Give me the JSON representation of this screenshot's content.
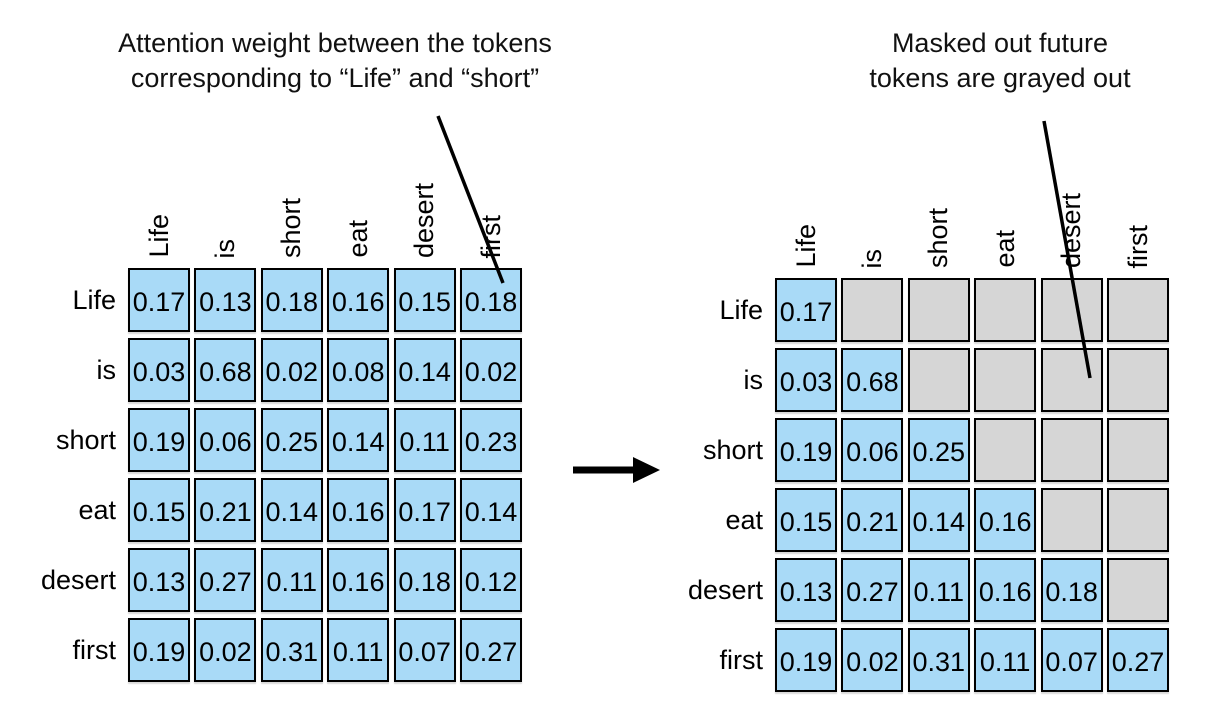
{
  "annotations": {
    "left_caption_line1": "Attention weight between the tokens",
    "left_caption_line2": "corresponding to “Life” and “short”",
    "right_caption_line1": "Masked out future",
    "right_caption_line2": "tokens are grayed out"
  },
  "tokens": [
    "Life",
    "is",
    "short",
    "eat",
    "desert",
    "first"
  ],
  "left_matrix": {
    "description": "full attention weights",
    "rows": [
      [
        "0.17",
        "0.13",
        "0.18",
        "0.16",
        "0.15",
        "0.18"
      ],
      [
        "0.03",
        "0.68",
        "0.02",
        "0.08",
        "0.14",
        "0.02"
      ],
      [
        "0.19",
        "0.06",
        "0.25",
        "0.14",
        "0.11",
        "0.23"
      ],
      [
        "0.15",
        "0.21",
        "0.14",
        "0.16",
        "0.17",
        "0.14"
      ],
      [
        "0.13",
        "0.27",
        "0.11",
        "0.16",
        "0.18",
        "0.12"
      ],
      [
        "0.19",
        "0.02",
        "0.31",
        "0.11",
        "0.07",
        "0.27"
      ]
    ]
  },
  "right_matrix": {
    "description": "causally masked attention weights, future tokens grayed out",
    "rows": [
      [
        "0.17",
        null,
        null,
        null,
        null,
        null
      ],
      [
        "0.03",
        "0.68",
        null,
        null,
        null,
        null
      ],
      [
        "0.19",
        "0.06",
        "0.25",
        null,
        null,
        null
      ],
      [
        "0.15",
        "0.21",
        "0.14",
        "0.16",
        null,
        null
      ],
      [
        "0.13",
        "0.27",
        "0.11",
        "0.16",
        "0.18",
        null
      ],
      [
        "0.19",
        "0.02",
        "0.31",
        "0.11",
        "0.07",
        "0.27"
      ]
    ]
  },
  "colors": {
    "cell_blue": "#a9daf7",
    "cell_masked": "#d6d6d6",
    "border": "#000000",
    "line": "#000000"
  }
}
